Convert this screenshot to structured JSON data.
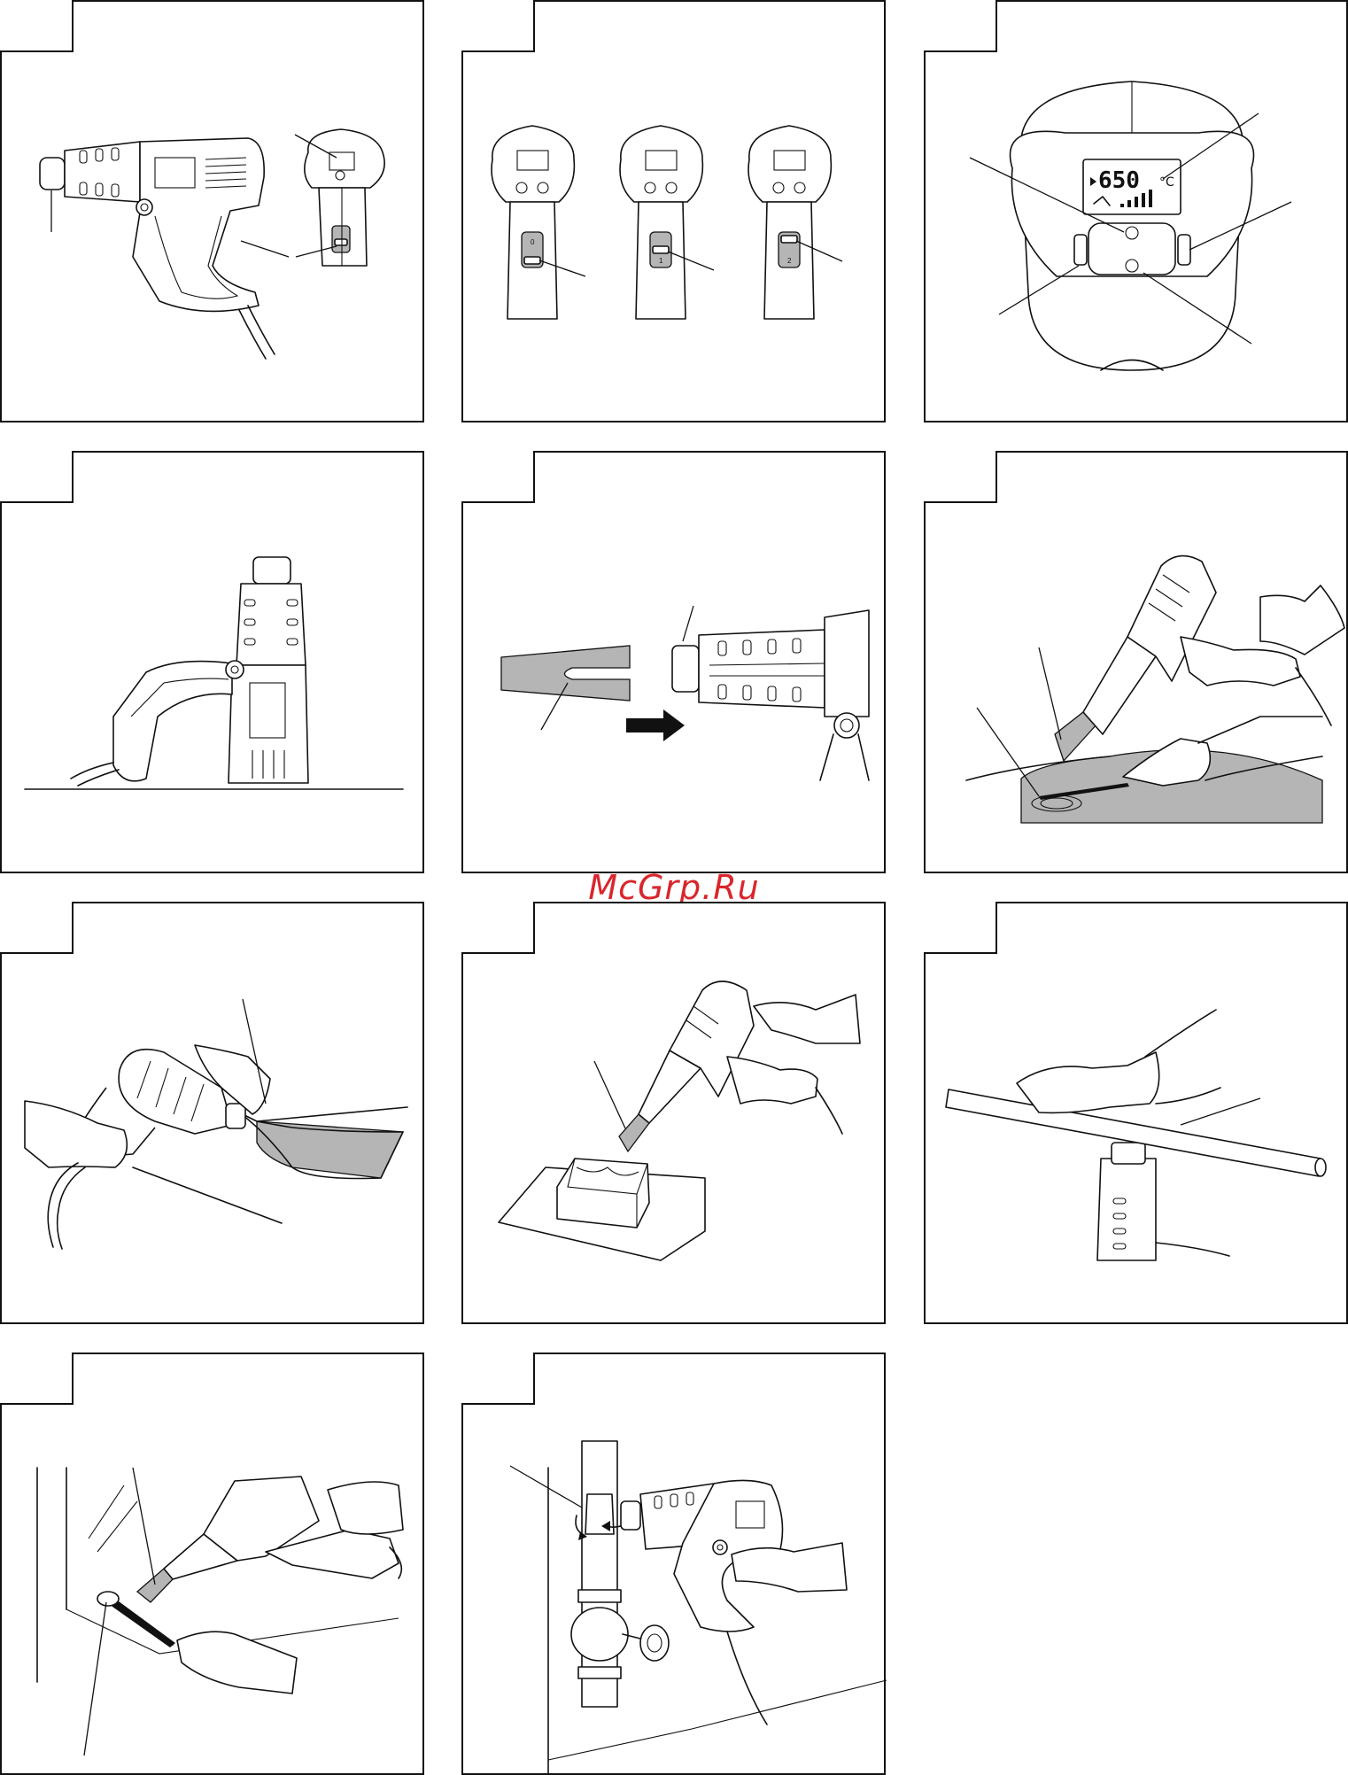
{
  "watermark": "McGrp.Ru",
  "figures": [
    {
      "id": "fig-1",
      "subject": "heat-gun-overview"
    },
    {
      "id": "fig-2",
      "subject": "switch-positions",
      "switch_marks": [
        "0",
        "1",
        "2"
      ]
    },
    {
      "id": "fig-3",
      "subject": "control-panel-display",
      "display": {
        "temperature": "650",
        "unit": "°C"
      }
    },
    {
      "id": "fig-4",
      "subject": "standing-position"
    },
    {
      "id": "fig-5",
      "subject": "attaching-nozzle"
    },
    {
      "id": "fig-6",
      "subject": "stripping-paint"
    },
    {
      "id": "fig-7",
      "subject": "removing-floor-covering"
    },
    {
      "id": "fig-8",
      "subject": "shrink-wrapping"
    },
    {
      "id": "fig-9",
      "subject": "bending-pipe"
    },
    {
      "id": "fig-10",
      "subject": "removing-window-putty"
    },
    {
      "id": "fig-11",
      "subject": "thawing-water-pipe"
    }
  ],
  "colors": {
    "line": "#111111",
    "shade": "#b5b5b5",
    "watermark": "#d9262c"
  }
}
